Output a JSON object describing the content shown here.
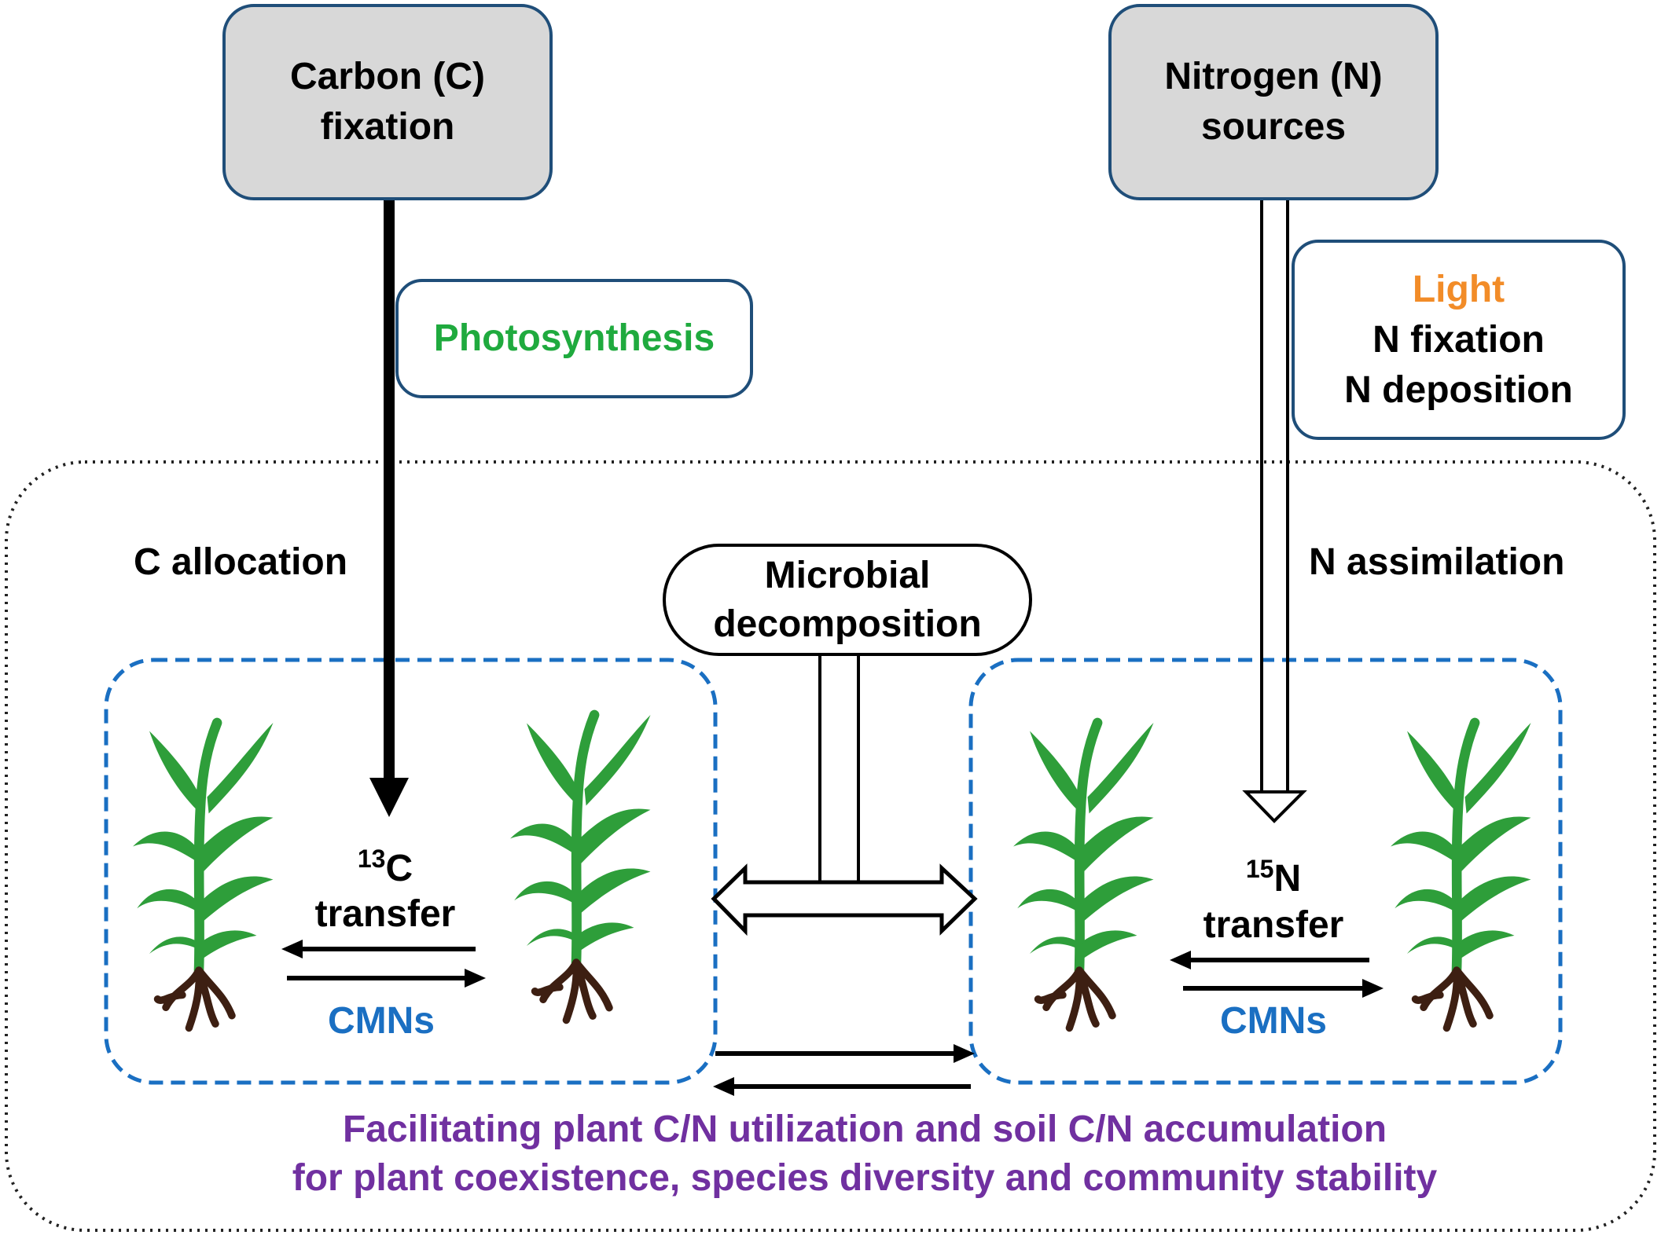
{
  "carbon_box": {
    "line1": "Carbon (C)",
    "line2": "fixation"
  },
  "nitrogen_box": {
    "line1": "Nitrogen (N)",
    "line2": "sources"
  },
  "photosynthesis_label": "Photosynthesis",
  "n_sources_box": {
    "light": "Light",
    "n_fixation": "N fixation",
    "n_deposition": "N deposition"
  },
  "c_allocation_label": "C allocation",
  "n_assimilation_label": "N assimilation",
  "microbial_box": {
    "line1": "Microbial",
    "line2": "decomposition"
  },
  "left_group": {
    "isotope_sup": "13",
    "isotope_el": "C",
    "transfer": "transfer",
    "network": "CMNs"
  },
  "right_group": {
    "isotope_sup": "15",
    "isotope_el": "N",
    "transfer": "transfer",
    "network": "CMNs"
  },
  "conclusion": {
    "line1": "Facilitating plant C/N utilization and soil C/N accumulation",
    "line2": "for plant coexistence, species diversity and community stability"
  },
  "colors": {
    "box_border": "#1f4e79",
    "box_fill": "#d8d8d8",
    "photosynthesis": "#1faa3e",
    "light": "#f28c28",
    "cmns": "#1a6fc2",
    "dashed_group": "#1a6fc2",
    "conclusion": "#7030a0",
    "plant_green": "#2e9e3a",
    "root_brown": "#3d1f12"
  }
}
